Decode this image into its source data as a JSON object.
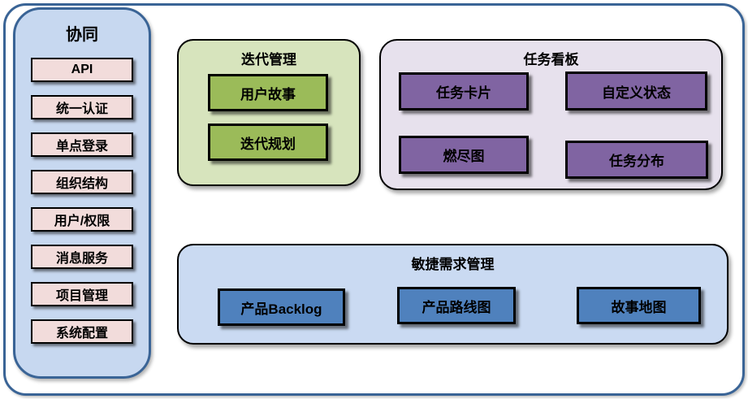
{
  "palette": {
    "outer_border_blue": "#3a6496",
    "sidebar_fill": "#c7d8f0",
    "sidebar_item_pink": "#f2dcdb",
    "iteration_fill": "#d7e4bd",
    "iteration_item_green": "#9bbb59",
    "kanban_fill": "#e7e1ed",
    "kanban_item_purple": "#8064a2",
    "requirements_fill": "#cadaf2",
    "requirements_item_blue": "#4f81bd",
    "box_border": "#000000"
  },
  "sidebar": {
    "title": "协同",
    "items": [
      "API",
      "统一认证",
      "单点登录",
      "组织结构",
      "用户/权限",
      "消息服务",
      "项目管理",
      "系统配置"
    ]
  },
  "groups": {
    "iteration": {
      "title": "迭代管理",
      "items": [
        "用户故事",
        "迭代规划"
      ]
    },
    "kanban": {
      "title": "任务看板",
      "items": [
        "任务卡片",
        "自定义状态",
        "燃尽图",
        "任务分布"
      ]
    },
    "requirements": {
      "title": "敏捷需求管理",
      "items": [
        "产品Backlog",
        "产品路线图",
        "故事地图"
      ]
    }
  }
}
